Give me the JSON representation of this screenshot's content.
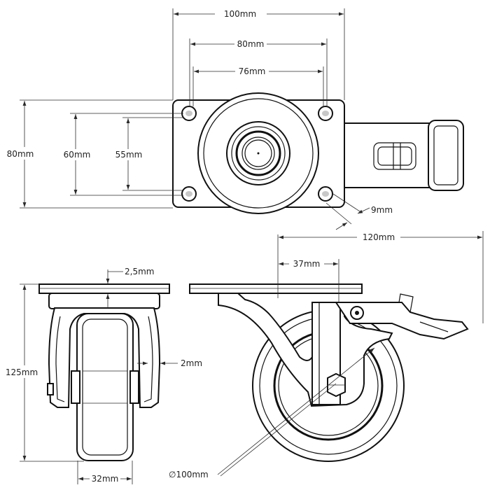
{
  "dimensions": {
    "top_plate_width": "100mm",
    "hole_spacing_x_outer": "80mm",
    "hole_spacing_x_inner": "76mm",
    "plate_height": "80mm",
    "hole_spacing_y_outer": "60mm",
    "hole_spacing_y_inner": "55mm",
    "slot_width": "9mm",
    "overall_length": "120mm",
    "offset": "37mm",
    "plate_thickness": "2,5mm",
    "overall_height": "125mm",
    "fork_thickness": "2mm",
    "wheel_width": "32mm",
    "wheel_diameter": "∅100mm"
  }
}
